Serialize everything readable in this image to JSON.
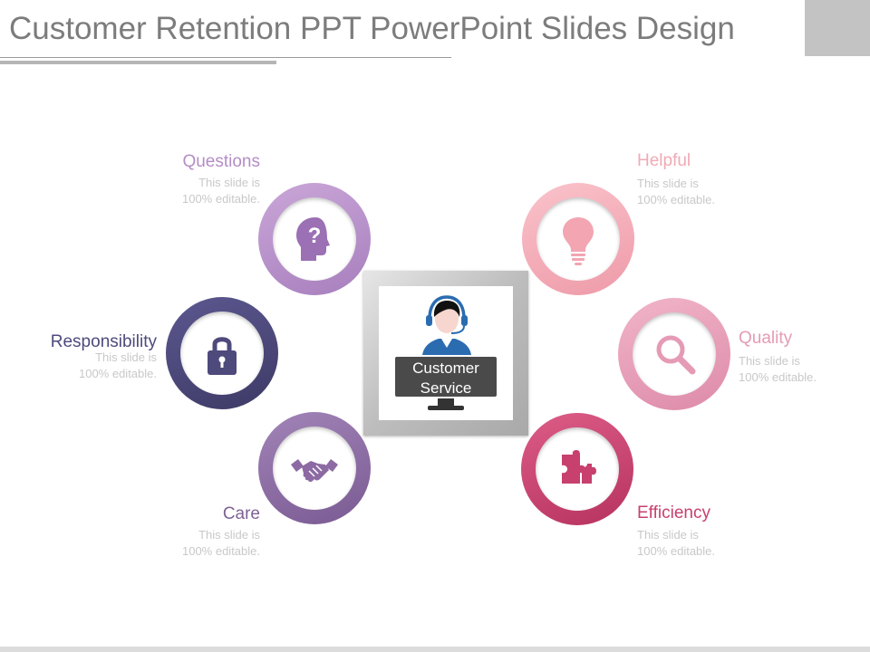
{
  "slide": {
    "title": "Customer Retention PPT PowerPoint Slides Design",
    "center": {
      "label": "Customer\nService"
    },
    "items": [
      {
        "key": "questions",
        "label": "Questions",
        "desc1": "This slide is",
        "desc2": "100% editable.",
        "icon": "question-head-icon",
        "color": "#b48dc6"
      },
      {
        "key": "responsibility",
        "label": "Responsibility",
        "desc1": "This slide is",
        "desc2": "100% editable.",
        "icon": "padlock-icon",
        "color": "#4e4a7c"
      },
      {
        "key": "care",
        "label": "Care",
        "desc1": "This slide is",
        "desc2": "100% editable.",
        "icon": "handshake-icon",
        "color": "#8d6aa3"
      },
      {
        "key": "helpful",
        "label": "Helpful",
        "desc1": "This slide is",
        "desc2": "100% editable.",
        "icon": "lightbulb-icon",
        "color": "#f2a9b4"
      },
      {
        "key": "quality",
        "label": "Quality",
        "desc1": "This slide is",
        "desc2": "100% editable.",
        "icon": "magnifier-icon",
        "color": "#e59bb5"
      },
      {
        "key": "efficiency",
        "label": "Efficiency",
        "desc1": "This slide is",
        "desc2": "100% editable.",
        "icon": "puzzle-icon",
        "color": "#c8406d"
      }
    ]
  }
}
